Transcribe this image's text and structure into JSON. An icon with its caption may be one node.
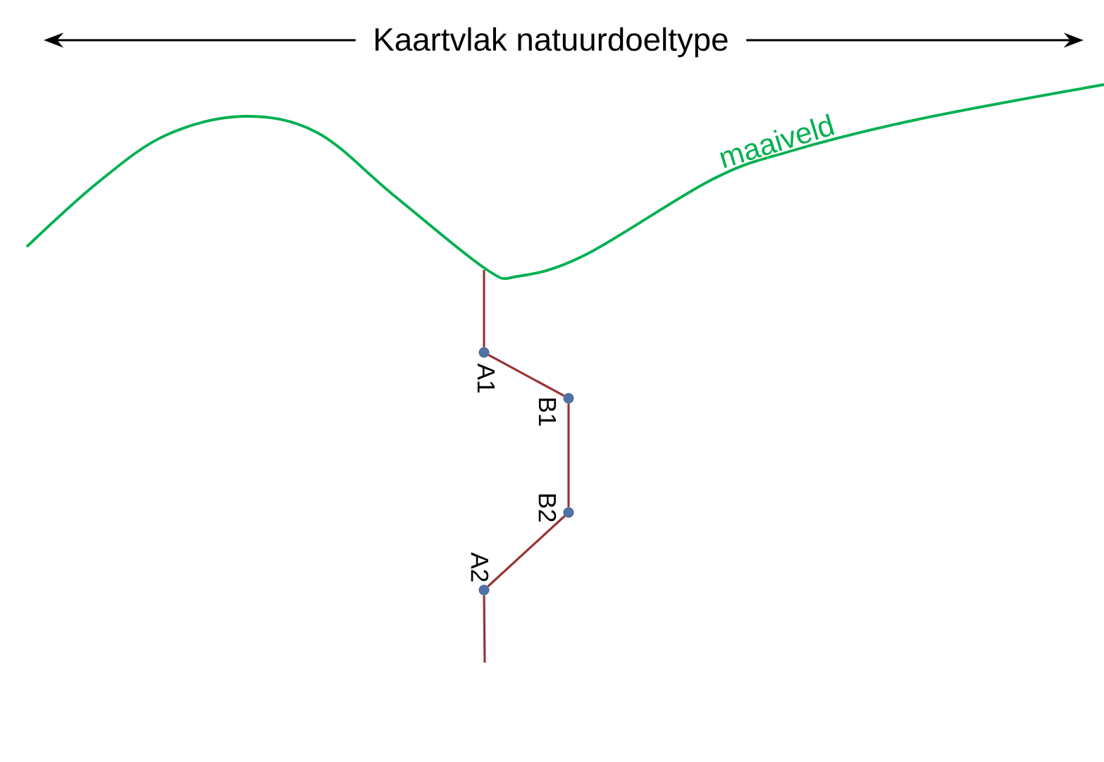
{
  "diagram": {
    "nodes": [
      {
        "text": [],
        "shape": "circle",
        "beside": [
          "A1"
        ]
      },
      {
        "text": [],
        "shape": "circle",
        "beside": [
          "B1"
        ]
      },
      {
        "text": [],
        "shape": "circle",
        "beside": [
          "B2"
        ]
      },
      {
        "text": [],
        "shape": "circle",
        "beside": [
          "A2"
        ]
      }
    ],
    "edges": [
      {
        "from": null,
        "to": 0,
        "arrow": "none"
      },
      {
        "from": 0,
        "to": 1,
        "arrow": "none"
      },
      {
        "from": 1,
        "to": 2,
        "arrow": "none"
      },
      {
        "from": 2,
        "to": 3,
        "arrow": "none"
      },
      {
        "from": 3,
        "to": null,
        "arrow": "none"
      }
    ],
    "labels": [
      "Kaartvlak natuurdoeltype",
      "maaiveld"
    ]
  }
}
